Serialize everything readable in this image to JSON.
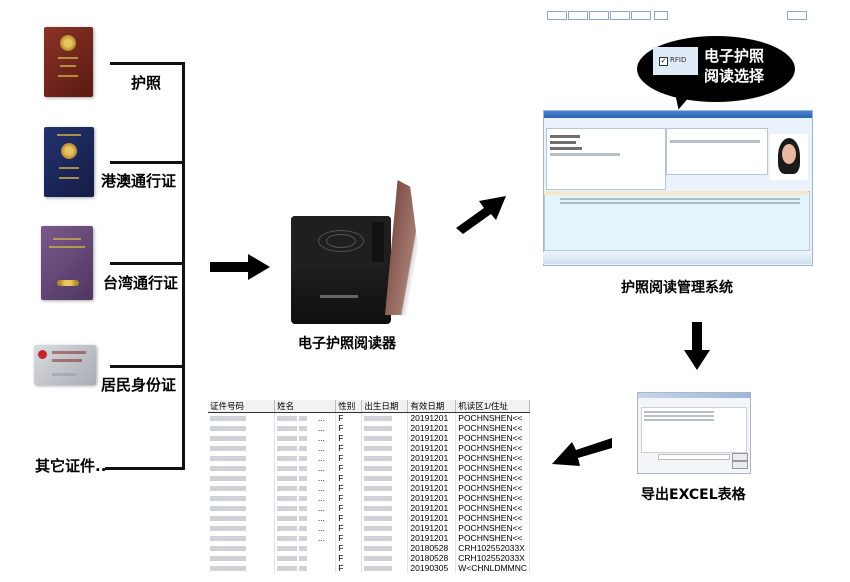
{
  "documents": [
    {
      "label": "护照",
      "icon": "passport-icon",
      "color": "#7a2a1e"
    },
    {
      "label": "港澳通行证",
      "icon": "hk-macau-permit-icon",
      "color": "#1e2a5e"
    },
    {
      "label": "台湾通行证",
      "icon": "taiwan-permit-icon",
      "color": "#6a4a78"
    },
    {
      "label": "居民身份证",
      "icon": "id-card-icon",
      "color": "#bfc3c8"
    },
    {
      "label": "其它证件.."
    }
  ],
  "reader": {
    "label": "电子护照阅读器"
  },
  "bubble": {
    "line1": "电子护照",
    "line2": "阅读选择",
    "checkbox_label": "RFID",
    "checked": true
  },
  "system": {
    "label": "护照阅读管理系统"
  },
  "export": {
    "label": "导出EXCEL表格"
  },
  "table": {
    "columns": [
      "证件号码",
      "姓名",
      "性别",
      "出生日期",
      "有效日期",
      "机读区1/住址"
    ],
    "rows": [
      {
        "sex": "F",
        "expiry": "20191201",
        "mrz": "POCHNSHEN<<",
        "name_suffix": "..."
      },
      {
        "sex": "F",
        "expiry": "20191201",
        "mrz": "POCHNSHEN<<",
        "name_suffix": "..."
      },
      {
        "sex": "F",
        "expiry": "20191201",
        "mrz": "POCHNSHEN<<",
        "name_suffix": "..."
      },
      {
        "sex": "F",
        "expiry": "20191201",
        "mrz": "POCHNSHEN<<",
        "name_suffix": "..."
      },
      {
        "sex": "F",
        "expiry": "20191201",
        "mrz": "POCHNSHEN<<",
        "name_suffix": "..."
      },
      {
        "sex": "F",
        "expiry": "20191201",
        "mrz": "POCHNSHEN<<",
        "name_suffix": "..."
      },
      {
        "sex": "F",
        "expiry": "20191201",
        "mrz": "POCHNSHEN<<",
        "name_suffix": "..."
      },
      {
        "sex": "F",
        "expiry": "20191201",
        "mrz": "POCHNSHEN<<",
        "name_suffix": "..."
      },
      {
        "sex": "F",
        "expiry": "20191201",
        "mrz": "POCHNSHEN<<",
        "name_suffix": "..."
      },
      {
        "sex": "F",
        "expiry": "20191201",
        "mrz": "POCHNSHEN<<",
        "name_suffix": "..."
      },
      {
        "sex": "F",
        "expiry": "20191201",
        "mrz": "POCHNSHEN<<",
        "name_suffix": "..."
      },
      {
        "sex": "F",
        "expiry": "20191201",
        "mrz": "POCHNSHEN<<",
        "name_suffix": "..."
      },
      {
        "sex": "F",
        "expiry": "20191201",
        "mrz": "POCHNSHEN<<",
        "name_suffix": "..."
      },
      {
        "sex": "F",
        "expiry": "20180528",
        "mrz": "CRH102552033X",
        "name_suffix": ""
      },
      {
        "sex": "F",
        "expiry": "20180528",
        "mrz": "CRH102552033X",
        "name_suffix": ""
      },
      {
        "sex": "F",
        "expiry": "20190305",
        "mrz": "W<CHNLDMMNC",
        "name_suffix": ""
      }
    ]
  },
  "colors": {
    "arrow": "#000000",
    "bracket": "#111111",
    "window_title": "#2f63b4",
    "panel_bg": "#eaf2fb"
  }
}
